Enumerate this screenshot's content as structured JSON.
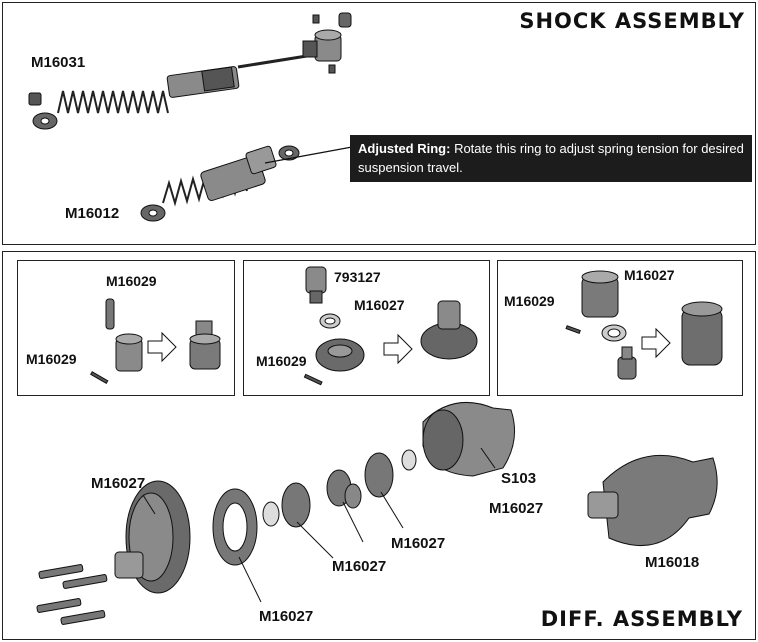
{
  "shock_section": {
    "title": "SHOCK ASSEMBLY",
    "parts": {
      "top": "M16031",
      "bottom": "M16012"
    },
    "callout": {
      "heading": "Adjusted Ring:",
      "text": "Rotate this ring to adjust spring tension for desired suspension travel."
    }
  },
  "diff_section": {
    "title": "DIFF. ASSEMBLY",
    "step1": {
      "pin_top": "M16029",
      "pin_bottom": "M16029"
    },
    "step2": {
      "cup": "793127",
      "gear": "M16027",
      "pin": "M16029"
    },
    "step3": {
      "case": "M16027",
      "pin": "M16029"
    },
    "exploded": {
      "ring_gear": "M16027",
      "carrier": "M16027",
      "side_gear": "M16027",
      "spider_gear": "M16027",
      "housing_code": "S103",
      "housing": "M16027",
      "assembled": "M16018"
    }
  },
  "colors": {
    "frame": "#222222",
    "callout_bg": "#1c1c1c",
    "part_fill": "#8a8a8a",
    "part_dark": "#4a4a4a"
  }
}
